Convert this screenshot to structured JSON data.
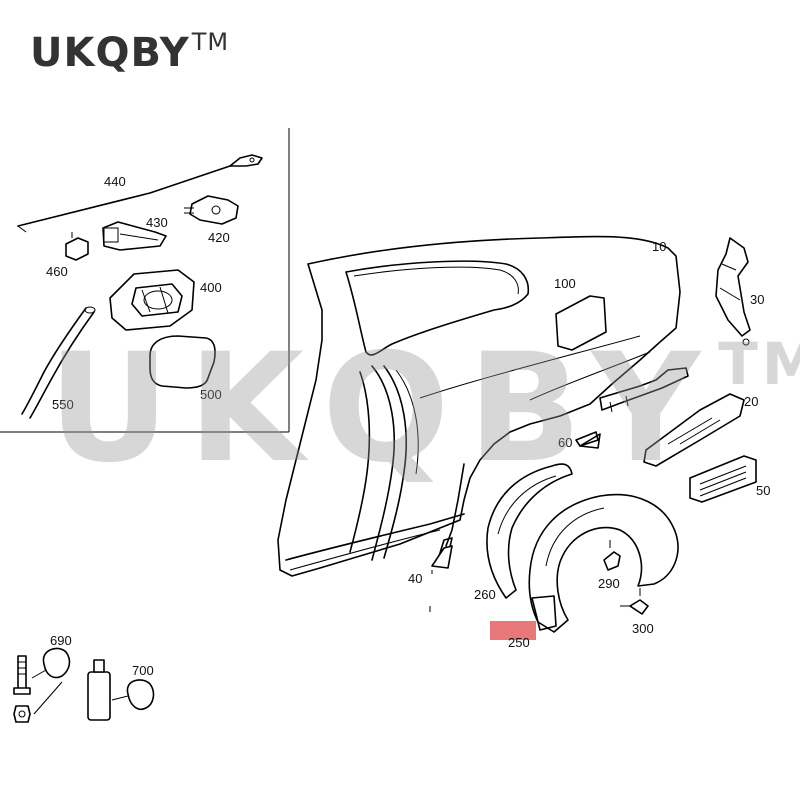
{
  "brand": {
    "name": "UKQBY",
    "tm": "TM"
  },
  "watermark": {
    "name": "UKQBY",
    "tm": "TM"
  },
  "highlight_color": "#e8777a",
  "callouts": [
    {
      "id": "p440",
      "label": "440"
    },
    {
      "id": "p430",
      "label": "430"
    },
    {
      "id": "p420",
      "label": "420"
    },
    {
      "id": "p460",
      "label": "460"
    },
    {
      "id": "p400",
      "label": "400"
    },
    {
      "id": "p550",
      "label": "550"
    },
    {
      "id": "p500",
      "label": "500"
    },
    {
      "id": "p10",
      "label": "10"
    },
    {
      "id": "p100",
      "label": "100"
    },
    {
      "id": "p30",
      "label": "30"
    },
    {
      "id": "p20",
      "label": "20"
    },
    {
      "id": "p60",
      "label": "60"
    },
    {
      "id": "p50",
      "label": "50"
    },
    {
      "id": "p40",
      "label": "40"
    },
    {
      "id": "p260",
      "label": "260"
    },
    {
      "id": "p290",
      "label": "290"
    },
    {
      "id": "p250",
      "label": "250"
    },
    {
      "id": "p300",
      "label": "300"
    },
    {
      "id": "p690",
      "label": "690"
    },
    {
      "id": "p700",
      "label": "700"
    }
  ]
}
